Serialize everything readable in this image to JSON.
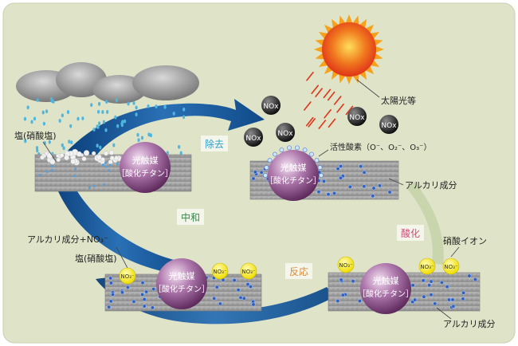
{
  "labels": {
    "salt_top": "塩(硝酸塩)",
    "sunlight": "太陽光等",
    "active_oxygen": "活性酸素（O⁻、O₂⁻、O₃⁻）",
    "alkali_right": "アルカリ成分",
    "alkali_nitrate": "アルカリ成分+NO₃⁻",
    "salt_bottom": "塩(硝酸塩)",
    "nitrate_ion": "硝酸イオン",
    "alkali_bottom_right": "アルカリ成分"
  },
  "steps": {
    "removal": "除去",
    "neutralization": "中和",
    "oxidation": "酸化",
    "reaction": "反応"
  },
  "catalyst": {
    "line1": "光触媒",
    "line2": "［酸化チタン］"
  },
  "molecules": {
    "nox": "NOx",
    "no3": "NO₃⁻"
  },
  "colors": {
    "background": "#dfe4c9",
    "arrow_blue": "#1f5f9c",
    "catalyst_purple": "#8a4a87",
    "ion_yellow": "#f5ec1a",
    "step_blue": "#2a9fc9",
    "step_green": "#2f8a4a",
    "step_pink": "#d64a7a",
    "step_orange": "#d98a3a"
  }
}
